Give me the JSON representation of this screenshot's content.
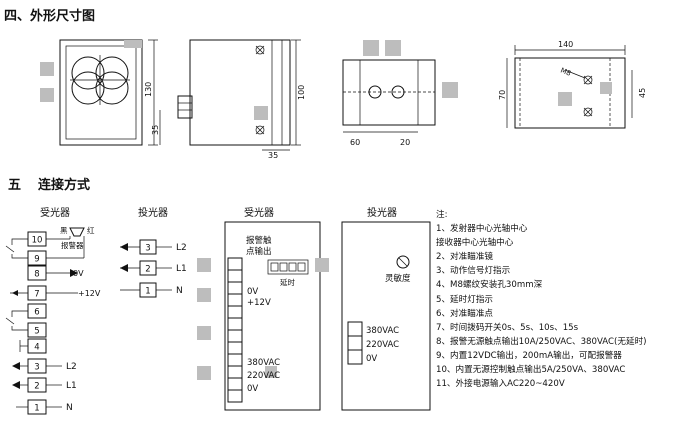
{
  "section4_title": "四、外形尺寸图",
  "section5": {
    "num": "五",
    "title": "连接方式"
  },
  "dims": {
    "d130": "130",
    "d35": "35",
    "d100": "100",
    "d35b": "35",
    "d60": "60",
    "d20": "20",
    "d140": "140",
    "d70": "70",
    "d45": "45",
    "m8": "M8"
  },
  "left_wiring": {
    "receiver_title": "受光器",
    "emitter_title": "投光器",
    "black": "黑",
    "red": "红",
    "alarm": "报警器",
    "terminals": [
      "10",
      "9",
      "8",
      "7",
      "6",
      "5",
      "4",
      "3",
      "2",
      "1"
    ],
    "v0": "0V",
    "v12": "+12V",
    "l2": "L2",
    "l1": "L1",
    "n": "N",
    "emitter_terminals": [
      "3",
      "2",
      "1"
    ]
  },
  "receiver_box": {
    "title": "受光器",
    "alarm_contact": [
      "报警触",
      "点输出"
    ],
    "delay": "延时",
    "labels": [
      "0V",
      "+12V",
      "380VAC",
      "220VAC",
      "0V"
    ]
  },
  "emitter_box": {
    "title": "投光器",
    "sensitivity": "灵敏度",
    "labels": [
      "380VAC",
      "220VAC",
      "0V"
    ]
  },
  "notes": [
    "注:",
    "1、发射器中心光轴中心",
    "   接收器中心光轴中心",
    "2、对准瞄准镜",
    "3、动作信号灯指示",
    "4、M8螺纹安装孔30mm深",
    "5、延时灯指示",
    "6、对准瞄准点",
    "7、时间拨码开关0s、5s、10s、15s",
    "8、报警无源触点输出10A/250VAC、380VAC(无延时)",
    "9、内置12VDC输出，200mA输出，可配报警器",
    "10、内置无源控制触点输出5A/250VA、380VAC",
    "11、外接电源输入AC220~420V"
  ]
}
